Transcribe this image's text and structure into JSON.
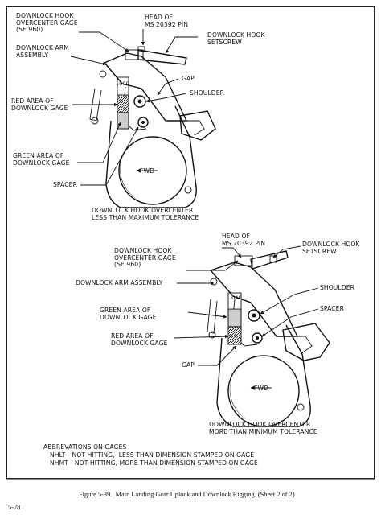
{
  "upper": {
    "labels": {
      "hook_gage": "DOWNLOCK HOOK\nOVERCENTER GAGE\n(SE 960)",
      "head_pin": "HEAD OF\nMS 20392 PIN",
      "setscrew": "DOWNLOCK HOOK\nSETSCREW",
      "arm": "DOWNLOCK ARM\nASSEMBLY",
      "gap": "GAP",
      "shoulder": "SHOULDER",
      "red_area": "RED AREA OF\nDOWNLOCK GAGE",
      "green_area": "GREEN AREA OF\nDOWNLOCK GAGE",
      "spacer": "SPACER",
      "fwd": "FWD",
      "gage_value": ".090",
      "caption": "DOWNLOCK HOOK OVERCENTER\nLESS THAN MAXIMUM TOLERANCE"
    }
  },
  "lower": {
    "labels": {
      "head_pin": "HEAD OF\nMS 20392 PIN",
      "setscrew": "DOWNLOCK HOOK\nSETSCREW",
      "hook_gage": "DOWNLOCK HOOK\nOVERCENTER GAGE\n(SE 960)",
      "arm": "DOWNLOCK ARM ASSEMBLY",
      "shoulder": "SHOULDER",
      "green_area": "GREEN AREA OF\nDOWNLOCK GAGE",
      "spacer": "SPACER",
      "red_area": "RED AREA OF\nDOWNLOCK GAGE",
      "gap": "GAP",
      "fwd": "FWD",
      "gage_value": ".040",
      "caption": "DOWNLOCK HOOK OVERCENTER\nMORE THAN MINIMUM TOLERANCE"
    }
  },
  "abbreviations": {
    "heading": "ABBREVATIONS ON GAGES",
    "nhlt": "NHLT - NOT HITTING,  LESS THAN DIMENSION STAMPED ON GAGE",
    "nhmt": "NHMT - NOT HITTING, MORE THAN DIMENSION STAMPED ON GAGE"
  },
  "figure_caption": "Figure 5-39.  Main Landing Gear Uplock and Downlock Rigging  (Sheet 2 of 2)",
  "page_number": "5-78"
}
